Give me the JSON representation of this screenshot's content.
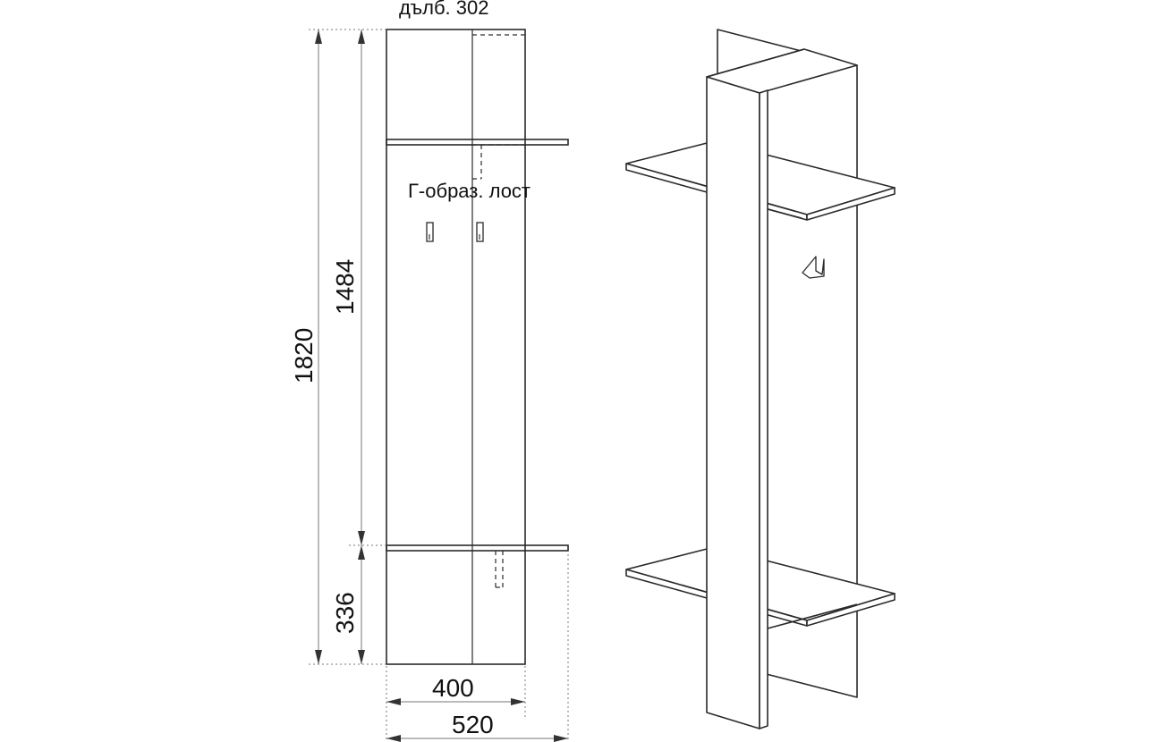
{
  "labels": {
    "depth_note": "дълб. 302",
    "hook_note": "Г-образ. лост",
    "total_height": "1820",
    "upper_height": "1484",
    "lower_height": "336",
    "inner_width": "400",
    "outer_width": "520"
  },
  "colors": {
    "line": "#2a2a2a",
    "dimension": "#777777",
    "background": "#ffffff"
  }
}
